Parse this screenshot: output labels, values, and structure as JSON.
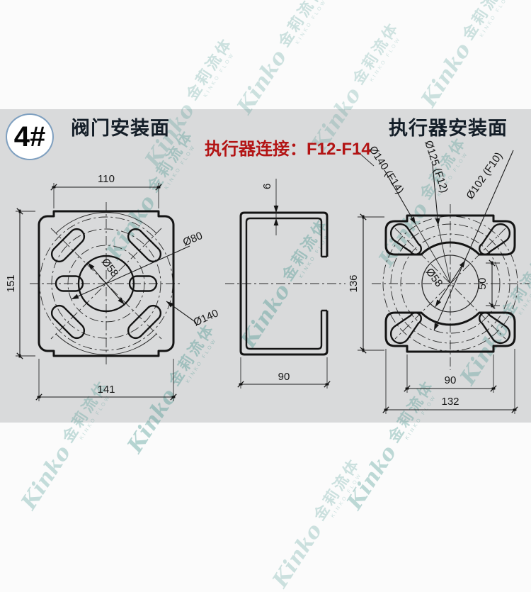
{
  "header": {
    "badge_label": "4#",
    "valve_title": "阀门安装面",
    "actuator_title": "执行器安装面",
    "connection_note": "执行器连接：F12-F14"
  },
  "watermark": {
    "script": "Kinko",
    "cjk": "金莉流体",
    "latin": "KINKO FLOW"
  },
  "colors": {
    "band_background": "#d9dadb",
    "page_background": "#fbfbfb",
    "line": "#141414",
    "title_text": "#141e28",
    "note_red": "#b31414",
    "watermark_teal": "#45968f",
    "badge_ring": "#7fa0c0"
  },
  "valve_view": {
    "dim_top_width": "110",
    "dim_bottom_width": "141",
    "dim_height": "151",
    "label_bore": "Ø58",
    "label_bolt_circle": "Ø80",
    "label_outer_circle": "Ø140"
  },
  "side_view": {
    "dim_thickness": "6",
    "dim_depth": "90"
  },
  "actuator_view": {
    "dim_height": "136",
    "dim_gap": "50",
    "dim_step_width": "90",
    "dim_width": "132",
    "label_bore": "Ø58",
    "label_f14": "Ø140 (F14)",
    "label_f12": "Ø125 (F12)",
    "label_f10": "Ø102 (F10)"
  }
}
